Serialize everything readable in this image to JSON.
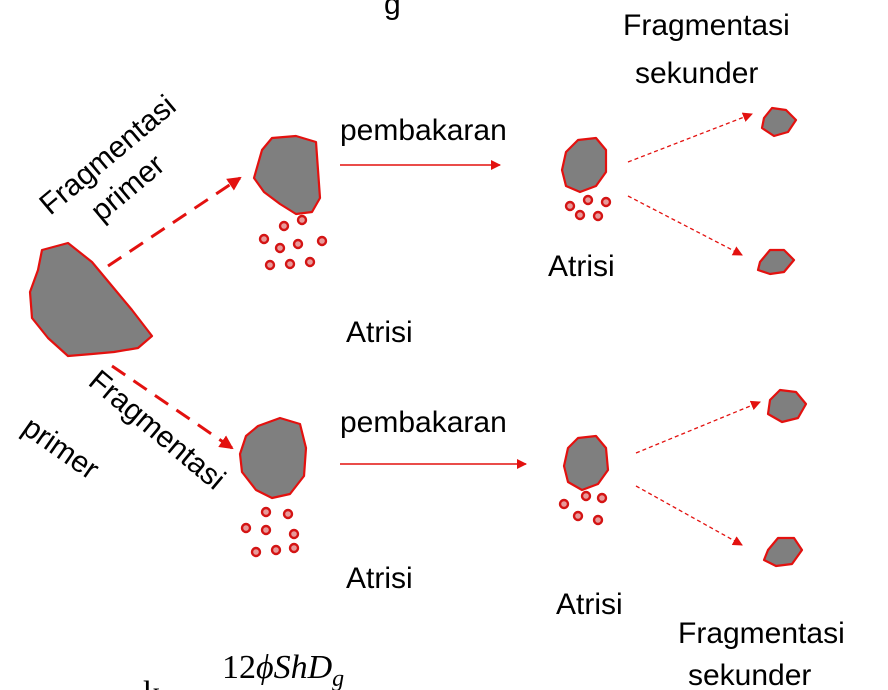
{
  "labels": {
    "title_fragment": "g",
    "frag_primer_line1": "Fragmentasi",
    "frag_primer_line2": "primer",
    "pembakaran": "pembakaran",
    "atrisi": "Atrisi",
    "frag_sekunder_line1": "Fragmentasi",
    "frag_sekunder_line2": "sekunder"
  },
  "formula": {
    "lead": "k",
    "num": "12",
    "phi": "ϕ",
    "sh": "ShD",
    "sub": "g"
  },
  "colors": {
    "rock_fill": "#7f7f7f",
    "outline_red": "#e3110f",
    "dot_fill": "#e79a9a"
  }
}
